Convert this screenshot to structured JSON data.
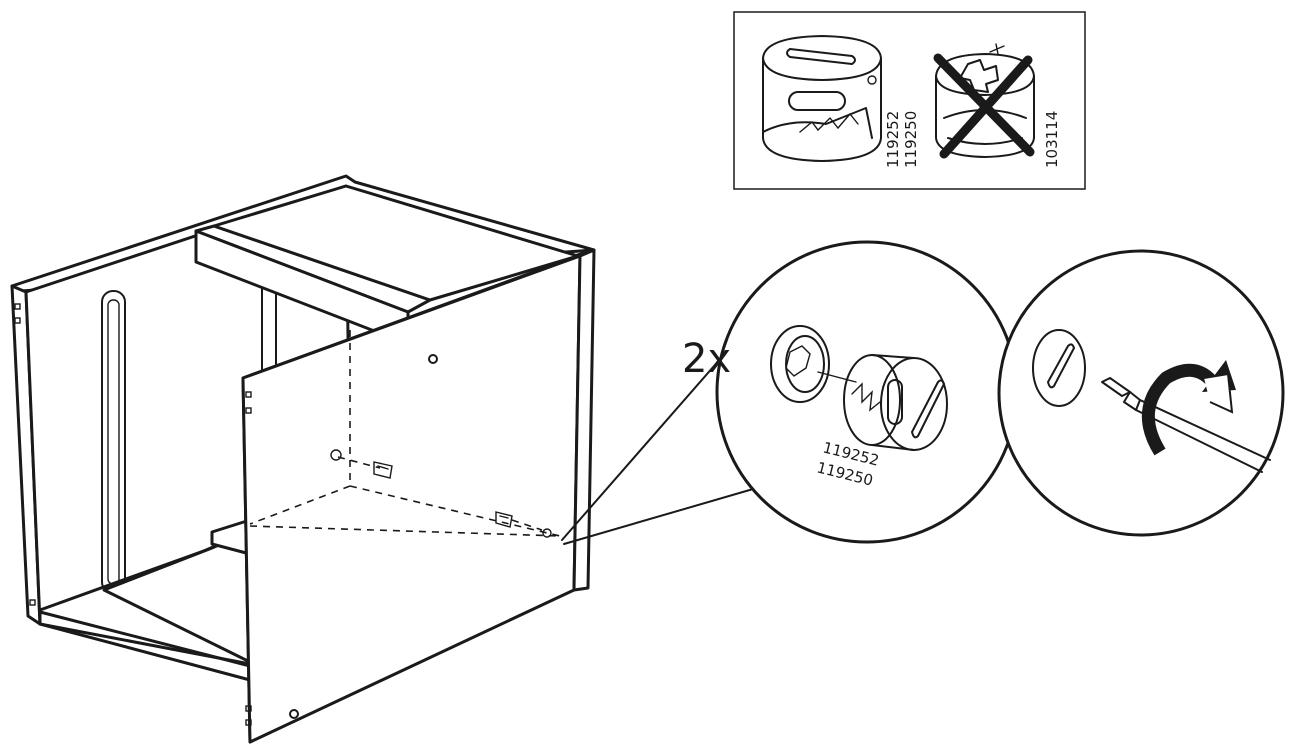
{
  "parts_legend": {
    "allowed_part_numbers": [
      "119252",
      "119250"
    ],
    "not_allowed_part_number": "103114"
  },
  "detail_insert": {
    "quantity": "2x",
    "part_numbers": [
      "119252",
      "119250"
    ]
  },
  "detail_tighten": {
    "rotation_icon": "clockwise-arrow-icon"
  },
  "colors": {
    "line": "#1a1a1a",
    "background": "#ffffff"
  }
}
